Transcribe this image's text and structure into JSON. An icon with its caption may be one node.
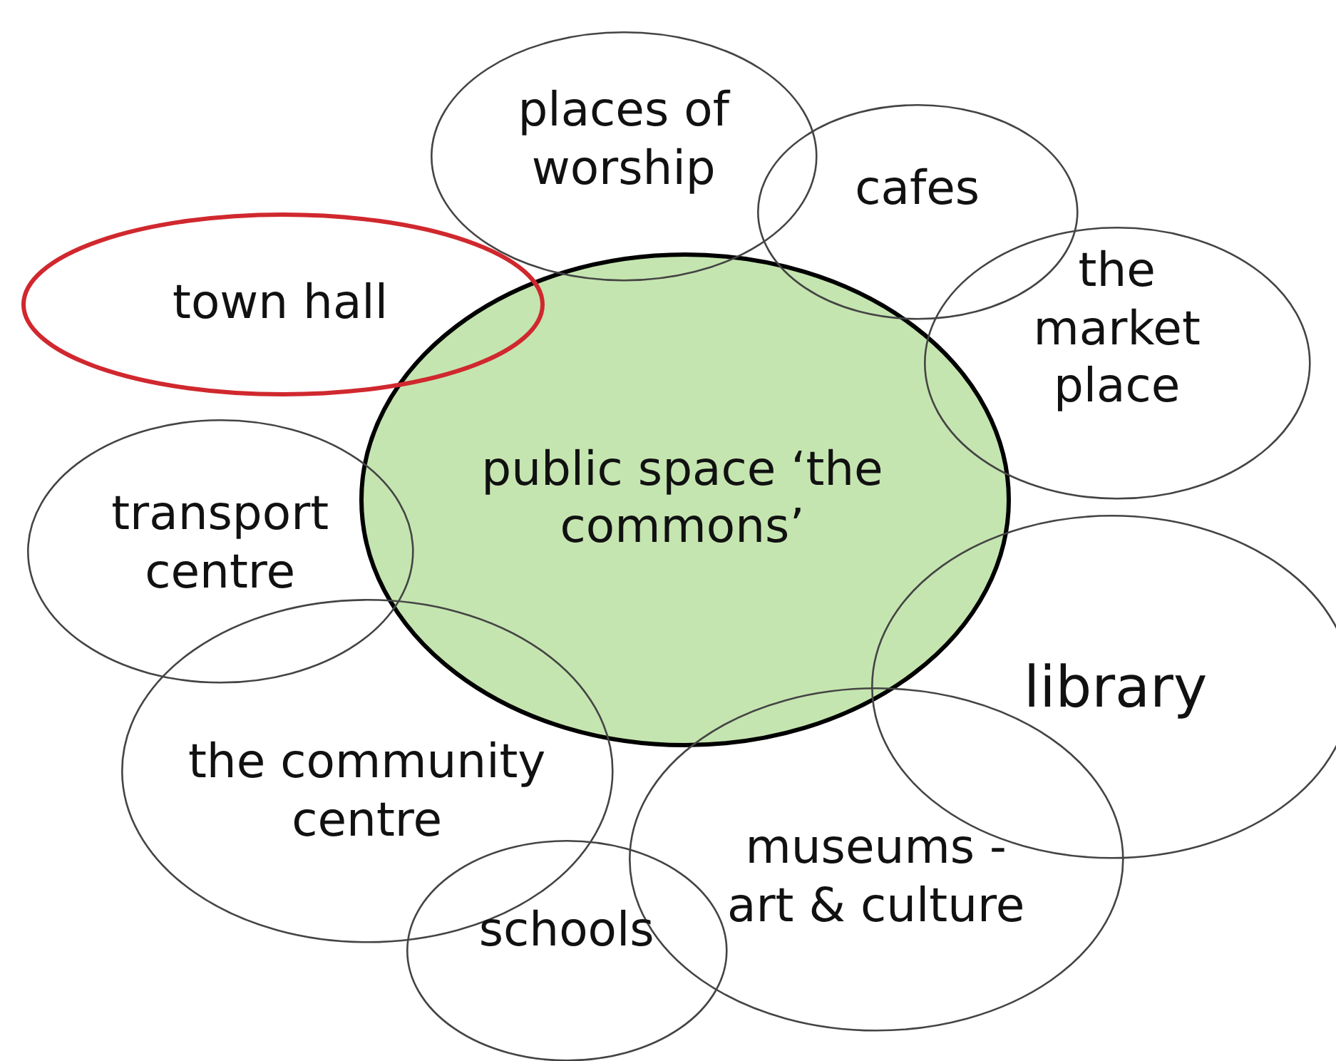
{
  "diagram": {
    "nodes": [
      {
        "text": [
          "public space ‘the commons’"
        ]
      },
      {
        "text": [
          "places of worship"
        ]
      },
      {
        "text": [
          "cafes"
        ]
      },
      {
        "text": [
          "the market place"
        ]
      },
      {
        "text": [
          "town hall"
        ]
      },
      {
        "text": [
          "transport centre"
        ]
      },
      {
        "text": [
          "library"
        ]
      },
      {
        "text": [
          "the community centre"
        ]
      },
      {
        "text": [
          "museums - art & culture"
        ]
      },
      {
        "text": [
          "schools"
        ]
      }
    ],
    "edges": []
  }
}
